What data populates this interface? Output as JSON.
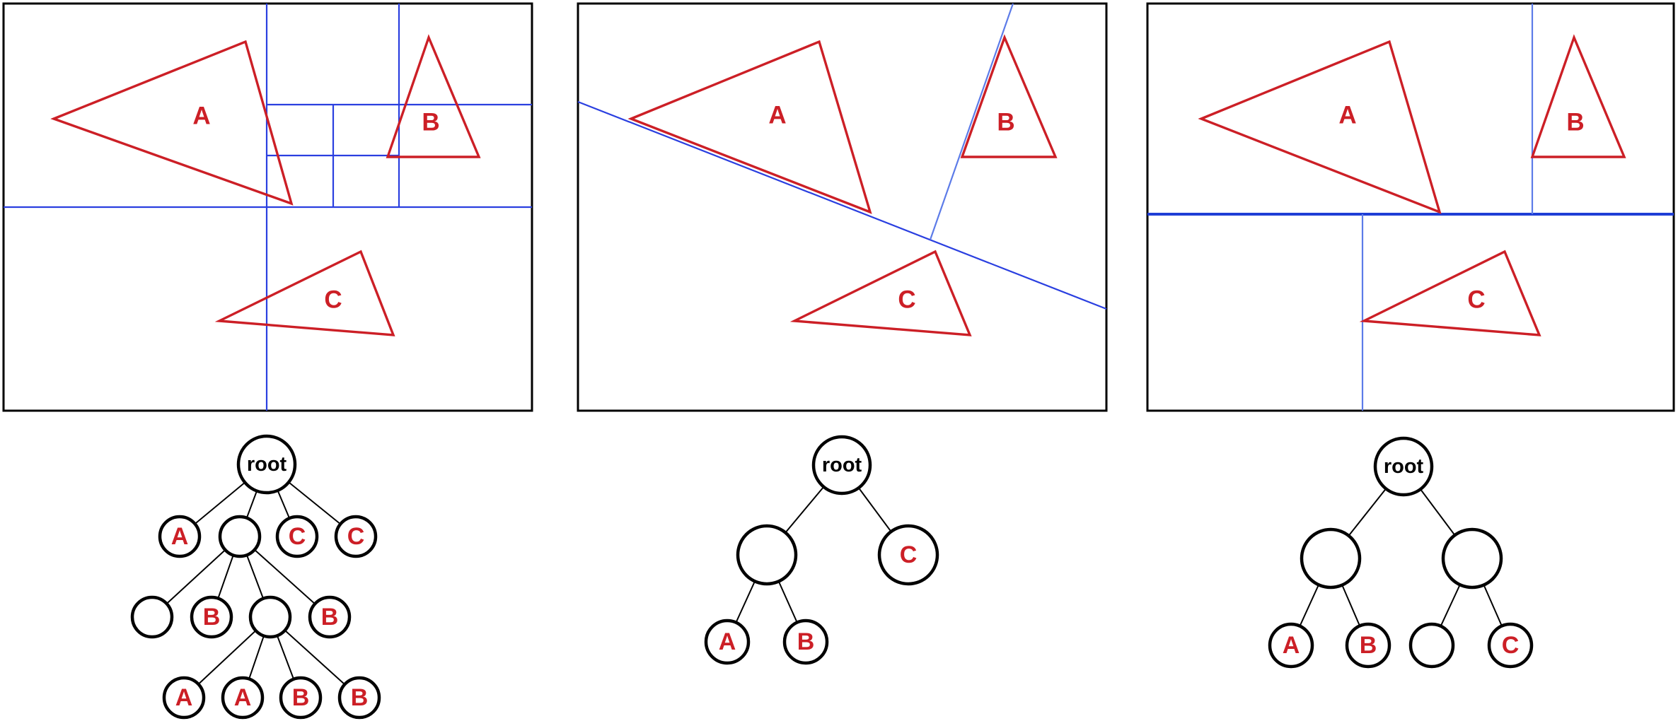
{
  "shapes": {
    "a": "A",
    "b": "B",
    "c": "C"
  },
  "colors": {
    "triangle": "#cc1f26",
    "partition": "#2a3fe0",
    "frame": "#000000"
  },
  "trees": {
    "octree": {
      "root": "root",
      "level1": [
        "A",
        "",
        "C",
        "C"
      ],
      "level2": [
        "",
        "B",
        "",
        "B"
      ],
      "level3": [
        "A",
        "A",
        "B",
        "B"
      ]
    },
    "bsp": {
      "root": "root",
      "level1": [
        "",
        "C"
      ],
      "level2": [
        "A",
        "B"
      ]
    },
    "kd": {
      "root": "root",
      "level1": [
        "",
        ""
      ],
      "level2": [
        "A",
        "B",
        "",
        "C"
      ]
    }
  }
}
